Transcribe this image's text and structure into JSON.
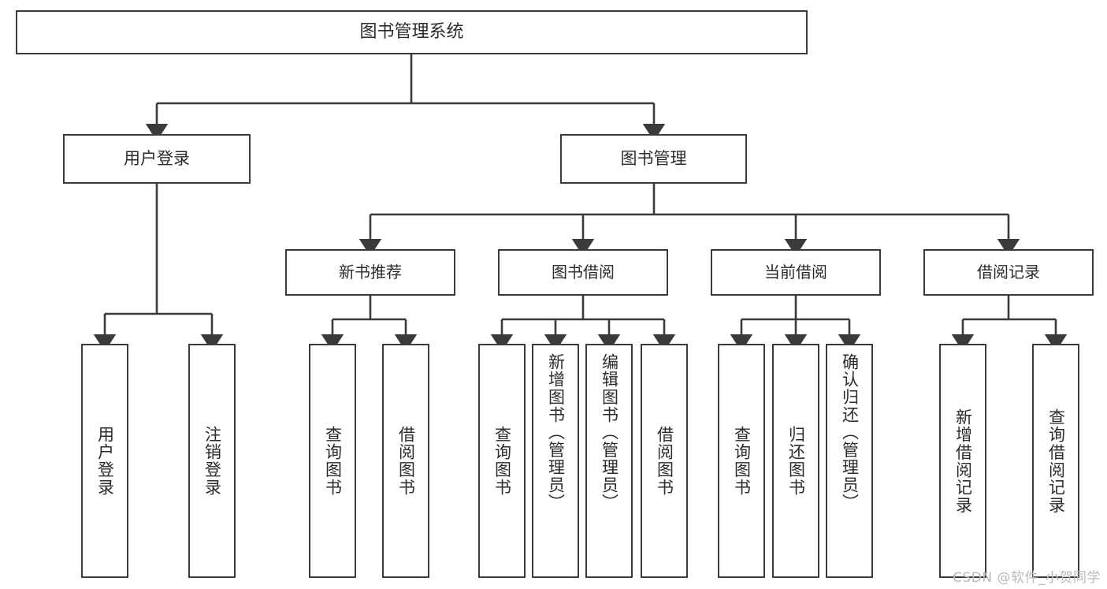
{
  "diagram": {
    "title": "图书管理系统",
    "type": "tree-hierarchy-diagram",
    "colors": {
      "background": "#ffffff",
      "node_border": "#3a3a3a",
      "node_fill": "#ffffff",
      "edge": "#3a3a3a",
      "text": "#2b2b2b",
      "watermark": "#b9b9b9"
    },
    "nodes": {
      "root": {
        "label": "图书管理系统"
      },
      "level2": [
        {
          "id": "user_login",
          "label": "用户登录"
        },
        {
          "id": "book_manage",
          "label": "图书管理"
        }
      ],
      "level3": [
        {
          "id": "new_book_rec",
          "label": "新书推荐"
        },
        {
          "id": "book_borrow",
          "label": "图书借阅"
        },
        {
          "id": "current_borrow",
          "label": "当前借阅"
        },
        {
          "id": "borrow_record",
          "label": "借阅记录"
        }
      ],
      "leaves": {
        "user_login": [
          {
            "id": "leaf_user_login",
            "label": "用户登录"
          },
          {
            "id": "leaf_logout",
            "label": "注销登录"
          }
        ],
        "new_book_rec": [
          {
            "id": "leaf_query_book_1",
            "label": "查询图书"
          },
          {
            "id": "leaf_borrow_book_1",
            "label": "借阅图书"
          }
        ],
        "book_borrow": [
          {
            "id": "leaf_query_book_2",
            "label": "查询图书"
          },
          {
            "id": "leaf_add_book",
            "label": "新增图书（管理员）"
          },
          {
            "id": "leaf_edit_book",
            "label": "编辑图书（管理员）"
          },
          {
            "id": "leaf_borrow_book_2",
            "label": "借阅图书"
          }
        ],
        "current_borrow": [
          {
            "id": "leaf_query_book_3",
            "label": "查询图书"
          },
          {
            "id": "leaf_return_book",
            "label": "归还图书"
          },
          {
            "id": "leaf_confirm_return",
            "label": "确认归还（管理员）"
          }
        ],
        "borrow_record": [
          {
            "id": "leaf_add_record",
            "label": "新增借阅记录"
          },
          {
            "id": "leaf_query_record",
            "label": "查询借阅记录"
          }
        ]
      }
    },
    "watermark": "CSDN @软件_小贺同学"
  }
}
